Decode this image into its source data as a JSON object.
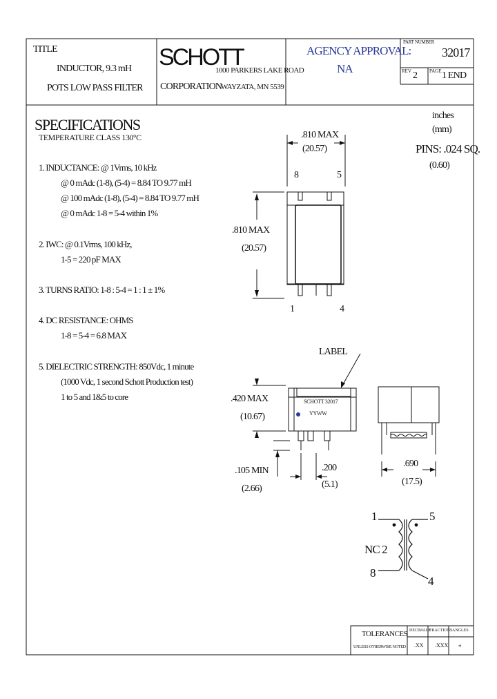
{
  "title_block": {
    "title_label": "TITLE",
    "title_line1": "INDUCTOR, 9.3 mH",
    "title_line2": "POTS LOW PASS FILTER",
    "company_logo": "SCHOTT",
    "company_name": "CORPORATION",
    "address_line1": "1000 PARKERS LAKE ROAD",
    "address_line2": "WAYZATA, MN   5539",
    "agency_label": "AGENCY APPROVAL:",
    "agency_value": "NA",
    "part_number_label": "PART NUMBER",
    "part_number": "32017",
    "rev_label": "REV",
    "rev_value": "2",
    "page_label": "PAGE",
    "page_value": "1 END"
  },
  "specs": {
    "heading": "SPECIFICATIONS",
    "temp_class": "TEMPERATURE CLASS 130°C",
    "items": [
      "1. INDUCTANCE: @ 1Vrms, 10 kHz",
      "@ 0 mAdc (1-8), (5-4) = 8.84 TO 9.77 mH",
      "@ 100 mAdc (1-8), (5-4) = 8.84 TO 9.77 mH",
      "@ 0 mAdc 1-8 = 5-4 within 1%",
      "2. IWC: @ 0.1Vrms, 100 kHz,",
      "1-5  = 220  pF MAX",
      "3. TURNS RATIO: 1-8 : 5-4  =  1 : 1  ± 1%",
      "4. DC RESISTANCE: OHMS",
      "1-8 = 5-4 = 6.8 MAX",
      "5. DIELECTRIC STRENGTH: 850Vdc, 1 minute",
      "(1000 Vdc, 1 second Schott Production test)",
      "1 to 5 and 1&5 to core"
    ]
  },
  "units": {
    "line1": "inches",
    "line2": "(mm)",
    "pins_label": "PINS: .024 SQ.",
    "pins_mm": "(0.60)"
  },
  "top_view": {
    "width_dim": ".810 MAX",
    "width_mm": "(20.57)",
    "height_dim": ".810 MAX",
    "height_mm": "(20.57)",
    "pin_tl": "8",
    "pin_tr": "5",
    "pin_bl": "1",
    "pin_br": "4"
  },
  "side_view": {
    "label_callout": "LABEL",
    "label_text1": "SCHOTT  32017",
    "label_text2": "YYWW",
    "height_dim": ".420 MAX",
    "height_mm": "(10.67)",
    "standoff_dim": ".105 MIN",
    "standoff_mm": "(2.66)",
    "pitch_dim": ".200",
    "pitch_mm": "(5.1)",
    "depth_dim": ".690",
    "depth_mm": "(17.5)"
  },
  "schematic": {
    "pin1": "1",
    "pin5": "5",
    "nc": "NC 2",
    "pin8": "8",
    "pin4": "4"
  },
  "tolerances": {
    "heading": "TOLERANCES",
    "subheading": "UNLESS OTHERWISE NOTED",
    "col1_label": "DECIMALS",
    "col1_value": ".XX",
    "col2_label": "FRACTIONS",
    "col2_value": ".XXX",
    "col3_label": "ANGLES",
    "col3_value": "±"
  }
}
